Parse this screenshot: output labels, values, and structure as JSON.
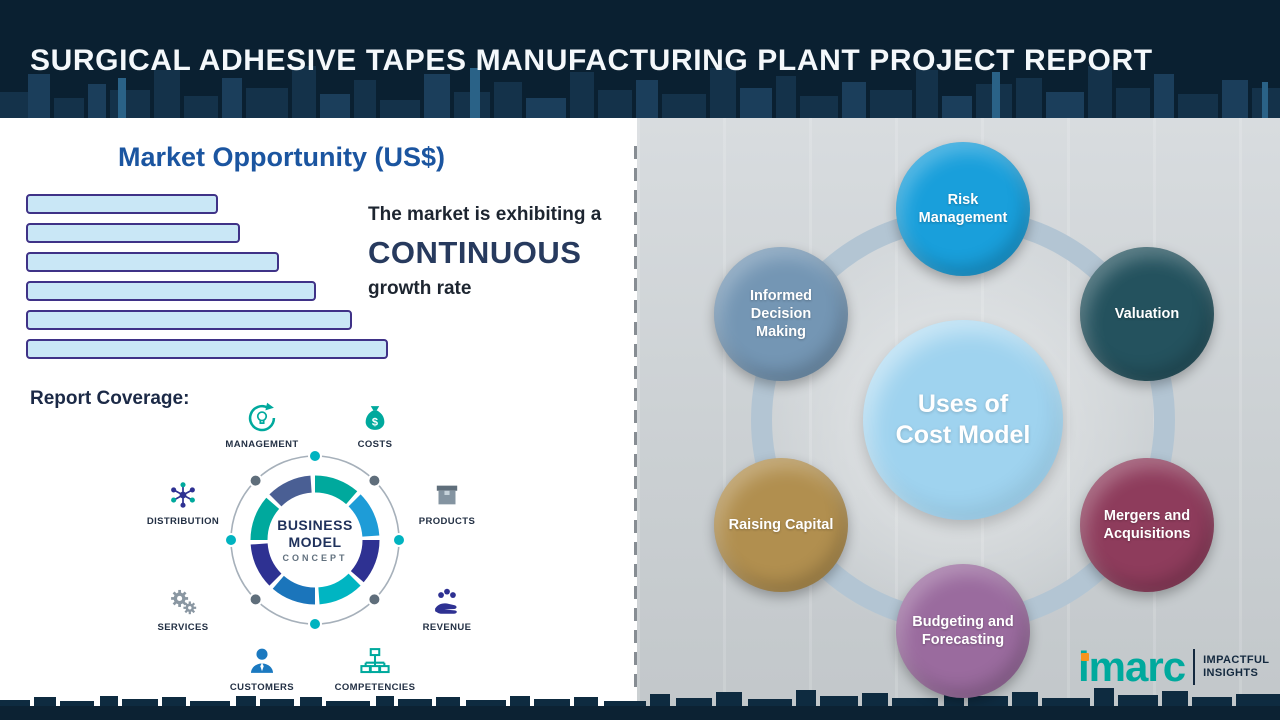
{
  "header": {
    "title": "SURGICAL ADHESIVE TAPES MANUFACTURING PLANT PROJECT REPORT"
  },
  "left_panel": {
    "market_title": "Market Opportunity (US$)",
    "growth_text": {
      "line1": "The market is exhibiting a",
      "highlight": "CONTINUOUS",
      "line3": "growth rate"
    },
    "report_coverage_label": "Report Coverage:",
    "business_model": {
      "center_lines": [
        "BUSINESS",
        "MODEL",
        "CONCEPT"
      ],
      "items": [
        {
          "label": "MANAGEMENT",
          "icon": "recycle-idea-icon"
        },
        {
          "label": "COSTS",
          "icon": "money-bag-icon"
        },
        {
          "label": "DISTRIBUTION",
          "icon": "network-nodes-icon"
        },
        {
          "label": "PRODUCTS",
          "icon": "package-box-icon"
        },
        {
          "label": "SERVICES",
          "icon": "gears-icon"
        },
        {
          "label": "REVENUE",
          "icon": "hand-coins-icon"
        },
        {
          "label": "CUSTOMERS",
          "icon": "person-icon"
        },
        {
          "label": "COMPETENCIES",
          "icon": "org-chart-icon"
        }
      ]
    }
  },
  "chart_data": {
    "type": "bar",
    "orientation": "horizontal",
    "title": "Market Opportunity (US$)",
    "categories": [
      "bar-1",
      "bar-2",
      "bar-3",
      "bar-4",
      "bar-5",
      "bar-6"
    ],
    "values_pct_of_max": [
      53,
      59,
      70,
      80,
      90,
      100
    ],
    "axis_labels_visible": false,
    "note": "Six unlabeled horizontal bars increasing steadily; widths estimated as percent of longest bar",
    "bar_fill": "#c9e7f6",
    "bar_border": "#3f3287"
  },
  "right_panel": {
    "center_circle": {
      "line1": "Uses of",
      "line2": "Cost Model",
      "color": "#9fd3ef"
    },
    "satellites": [
      {
        "label": "Risk Management",
        "color": "#199fdb"
      },
      {
        "label": "Valuation",
        "color": "#24525e"
      },
      {
        "label": "Mergers and Acquisitions",
        "color": "#8e3c5c"
      },
      {
        "label": "Budgeting and Forecasting",
        "color": "#9a6b9e"
      },
      {
        "label": "Raising Capital",
        "color": "#b18f4f"
      },
      {
        "label": "Informed Decision Making",
        "color": "#7496b4"
      }
    ]
  },
  "footer_logo": {
    "brand": "imarc",
    "tagline_line1": "IMPACTFUL",
    "tagline_line2": "INSIGHTS",
    "brand_color": "#00a99d",
    "accent_color": "#f7941d"
  }
}
